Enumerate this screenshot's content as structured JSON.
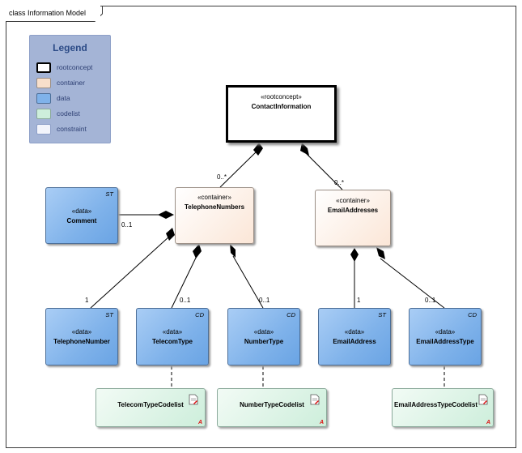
{
  "frame": {
    "title": "class Information Model"
  },
  "legend": {
    "title": "Legend",
    "items": [
      {
        "label": "rootconcept",
        "color": "#ffffff",
        "border": "#000000"
      },
      {
        "label": "container",
        "color": "#f8dfcb",
        "border": "#9b8f86"
      },
      {
        "label": "data",
        "color": "#7fb2ea",
        "border": "#4d6f98"
      },
      {
        "label": "codelist",
        "color": "#cdeedb",
        "border": "#8aa99a"
      },
      {
        "label": "constraint",
        "color": "#f2f4fb",
        "border": "#8ea0c8"
      }
    ]
  },
  "classes": {
    "contact": {
      "stereotype": "«rootconcept»",
      "name": "ContactInformation"
    },
    "telephones": {
      "stereotype": "«container»",
      "name": "TelephoneNumbers"
    },
    "emails": {
      "stereotype": "«container»",
      "name": "EmailAddresses"
    },
    "comment": {
      "stereotype": "«data»",
      "name": "Comment",
      "tag": "ST"
    },
    "telephone_number": {
      "stereotype": "«data»",
      "name": "TelephoneNumber",
      "tag": "ST"
    },
    "telecom_type": {
      "stereotype": "«data»",
      "name": "TelecomType",
      "tag": "CD"
    },
    "number_type": {
      "stereotype": "«data»",
      "name": "NumberType",
      "tag": "CD"
    },
    "email_address": {
      "stereotype": "«data»",
      "name": "EmailAddress",
      "tag": "ST"
    },
    "email_address_type": {
      "stereotype": "«data»",
      "name": "EmailAddressType",
      "tag": "CD"
    },
    "telecom_codelist": {
      "name": "TelecomTypeCodelist",
      "mark": "A"
    },
    "number_codelist": {
      "name": "NumberTypeCodelist",
      "mark": "A"
    },
    "email_codelist": {
      "name": "EmailAddressTypeCodelist",
      "mark": "A"
    }
  },
  "multiplicities": {
    "telephones": "0..*",
    "emails": "0..*",
    "comment": "0..1",
    "telephone_number": "1",
    "telecom_type": "0..1",
    "number_type": "0..1",
    "email_address": "1",
    "email_address_type": "0..1"
  }
}
